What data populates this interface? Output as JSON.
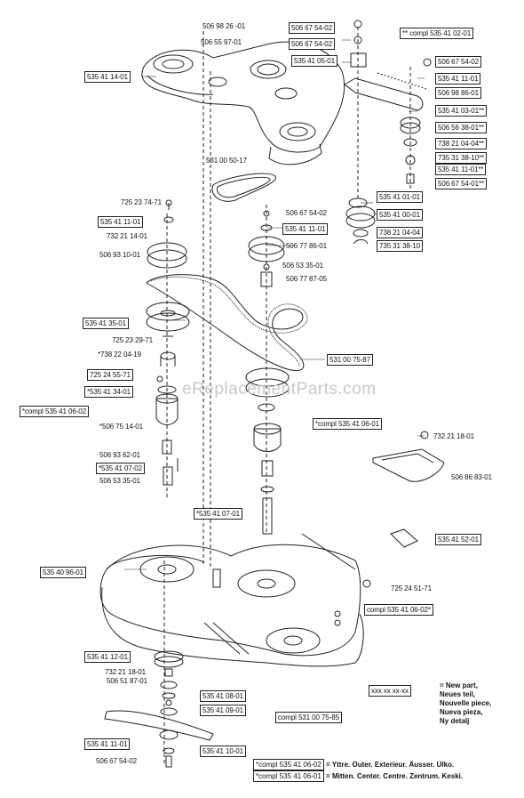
{
  "header_note": "** compl 535 41 02-01",
  "watermark": "eReplacementParts.com",
  "parts": [
    {
      "id": "p1",
      "text": "506 98 26  -01",
      "boxed": false
    },
    {
      "id": "p2",
      "text": "506 55 97-01",
      "boxed": false
    },
    {
      "id": "p3",
      "text": "506 67 54-02",
      "boxed": true
    },
    {
      "id": "p4",
      "text": "506 67 54-02",
      "boxed": true
    },
    {
      "id": "p5",
      "text": "535 41 05-01",
      "boxed": true
    },
    {
      "id": "p6",
      "text": "535 41 14-01",
      "boxed": true
    },
    {
      "id": "p7",
      "text": "506 67 54-02",
      "boxed": true
    },
    {
      "id": "p8",
      "text": "535 41 11-01",
      "boxed": true
    },
    {
      "id": "p9",
      "text": "506 98 86-01",
      "boxed": true
    },
    {
      "id": "p10",
      "text": "535 41 03-01**",
      "boxed": true
    },
    {
      "id": "p11",
      "text": "506 56 38-01**",
      "boxed": true
    },
    {
      "id": "p12",
      "text": "738 21 04-04**",
      "boxed": true
    },
    {
      "id": "p13",
      "text": "735 31 38-10**",
      "boxed": true
    },
    {
      "id": "p14",
      "text": "535 41 11-01**",
      "boxed": true
    },
    {
      "id": "p15",
      "text": "506 67 54-01**",
      "boxed": true
    },
    {
      "id": "p16",
      "text": "531 00 50-17",
      "boxed": false
    },
    {
      "id": "p17",
      "text": "535 41 01-01",
      "boxed": true
    },
    {
      "id": "p18",
      "text": "725 23 74-71",
      "boxed": false
    },
    {
      "id": "p19",
      "text": "506 67 54-02",
      "boxed": false
    },
    {
      "id": "p20",
      "text": "535 41 00-01",
      "boxed": true
    },
    {
      "id": "p21",
      "text": "535 41 11-01",
      "boxed": true
    },
    {
      "id": "p22",
      "text": "535 41 11-01",
      "boxed": true
    },
    {
      "id": "p23",
      "text": "738 21 04-04",
      "boxed": true
    },
    {
      "id": "p24",
      "text": "732 21 14-01",
      "boxed": false
    },
    {
      "id": "p25",
      "text": "506 77 86-01",
      "boxed": false
    },
    {
      "id": "p26",
      "text": "735 31 38-10",
      "boxed": true
    },
    {
      "id": "p27",
      "text": "506 93 10-01",
      "boxed": false
    },
    {
      "id": "p28",
      "text": "506 53 35-01",
      "boxed": false
    },
    {
      "id": "p29",
      "text": "506 77 87-05",
      "boxed": false
    },
    {
      "id": "p30",
      "text": "535 41 35-01",
      "boxed": true
    },
    {
      "id": "p31",
      "text": "725 23 29-71",
      "boxed": false
    },
    {
      "id": "p32",
      "text": "*738 22 04-19",
      "boxed": false
    },
    {
      "id": "p33",
      "text": "531 00 75-87",
      "boxed": true
    },
    {
      "id": "p34",
      "text": "725 24 55-71",
      "boxed": true
    },
    {
      "id": "p35",
      "text": "*535 41 34-01",
      "boxed": true
    },
    {
      "id": "p36",
      "text": "*compl 535 41 06-02",
      "boxed": true
    },
    {
      "id": "p37",
      "text": "*compl 535 41 06-01",
      "boxed": true
    },
    {
      "id": "p38",
      "text": "*506 75 14-01",
      "boxed": false
    },
    {
      "id": "p39",
      "text": "732 21 18-01",
      "boxed": false
    },
    {
      "id": "p40",
      "text": "506 93 62-01",
      "boxed": false
    },
    {
      "id": "p41",
      "text": "*535 41 07-02",
      "boxed": true
    },
    {
      "id": "p42",
      "text": "506 53 35-01",
      "boxed": false
    },
    {
      "id": "p43",
      "text": "506 86 83-01",
      "boxed": false
    },
    {
      "id": "p44",
      "text": "*535 41 07-01",
      "boxed": true
    },
    {
      "id": "p45",
      "text": "535 41 52-01",
      "boxed": true
    },
    {
      "id": "p46",
      "text": "535 40 96-01",
      "boxed": true
    },
    {
      "id": "p47",
      "text": "725 24 51-71",
      "boxed": false
    },
    {
      "id": "p48",
      "text": "compl 535 41 06-02*",
      "boxed": true
    },
    {
      "id": "p49",
      "text": "535 41 12-01",
      "boxed": true
    },
    {
      "id": "p50",
      "text": "732 21 18-01",
      "boxed": false
    },
    {
      "id": "p51",
      "text": "506 51 87-01",
      "boxed": false
    },
    {
      "id": "p52",
      "text": "535 41 08-01",
      "boxed": true
    },
    {
      "id": "p53",
      "text": "535 41 09-01",
      "boxed": true
    },
    {
      "id": "p54",
      "text": "compl 531 00 75-85",
      "boxed": true
    },
    {
      "id": "p55",
      "text": "535 41 11-01",
      "boxed": true
    },
    {
      "id": "p56",
      "text": "535 41 10-01",
      "boxed": true
    },
    {
      "id": "p57",
      "text": "506 67 54-02",
      "boxed": false
    }
  ],
  "legend": {
    "code": "xxx xx xx-xx",
    "text": "=     New part,\n       Neues teil,\n       Nouvelle piece,\n       Nueva pieza,\n       Ny detalj"
  },
  "notes": [
    {
      "code": "*compl 535 41 06-02",
      "text": " = Yttre. Outer. Exterieur. Äusser. Ulko."
    },
    {
      "code": "*compl 535 41 06-01",
      "text": " = Mitten. Center. Centre. Zentrum. Keski."
    }
  ]
}
